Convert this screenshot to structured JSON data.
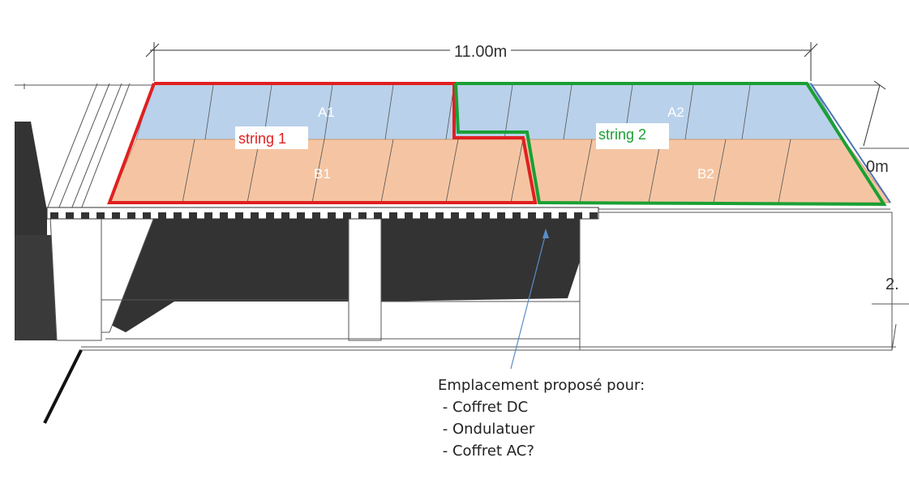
{
  "dimensions": {
    "width": "11.00m",
    "depth_partial": "0m",
    "height_partial": "2."
  },
  "panels": {
    "a1": "A1",
    "b1": "B1",
    "a2": "A2",
    "b2": "B2"
  },
  "strings": [
    {
      "label": "string 1",
      "color": "#e02020"
    },
    {
      "label": "string 2",
      "color": "#1aa034"
    }
  ],
  "colors": {
    "panel_top_row": "#b9d1ea",
    "panel_bottom_row": "#f5c5a3",
    "structure_dark": "#333333"
  },
  "annotation": {
    "title": "Emplacement proposé pour:",
    "items": [
      " - Coffret DC",
      " - Ondulatuer",
      " - Coffret AC?"
    ]
  }
}
